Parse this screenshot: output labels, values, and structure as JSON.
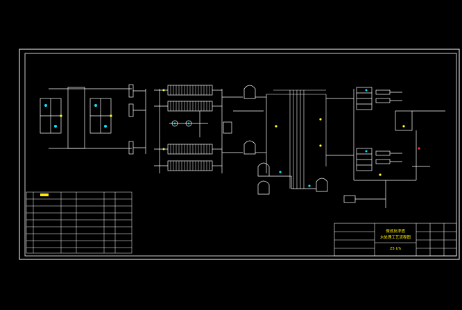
{
  "title_block": {
    "drawing_title_line1": "微滤反渗透",
    "drawing_title_line2": "水处理工艺流程图",
    "capacity": "25 t/h"
  },
  "colors": {
    "background": "#000000",
    "frame": "#ffffff",
    "pipe": "#ffffff",
    "equipment": "#ffffff",
    "instrument": "#00e5ff",
    "valve": "#ffff33",
    "signal": "#ff3030",
    "highlight": "#ffee00"
  }
}
